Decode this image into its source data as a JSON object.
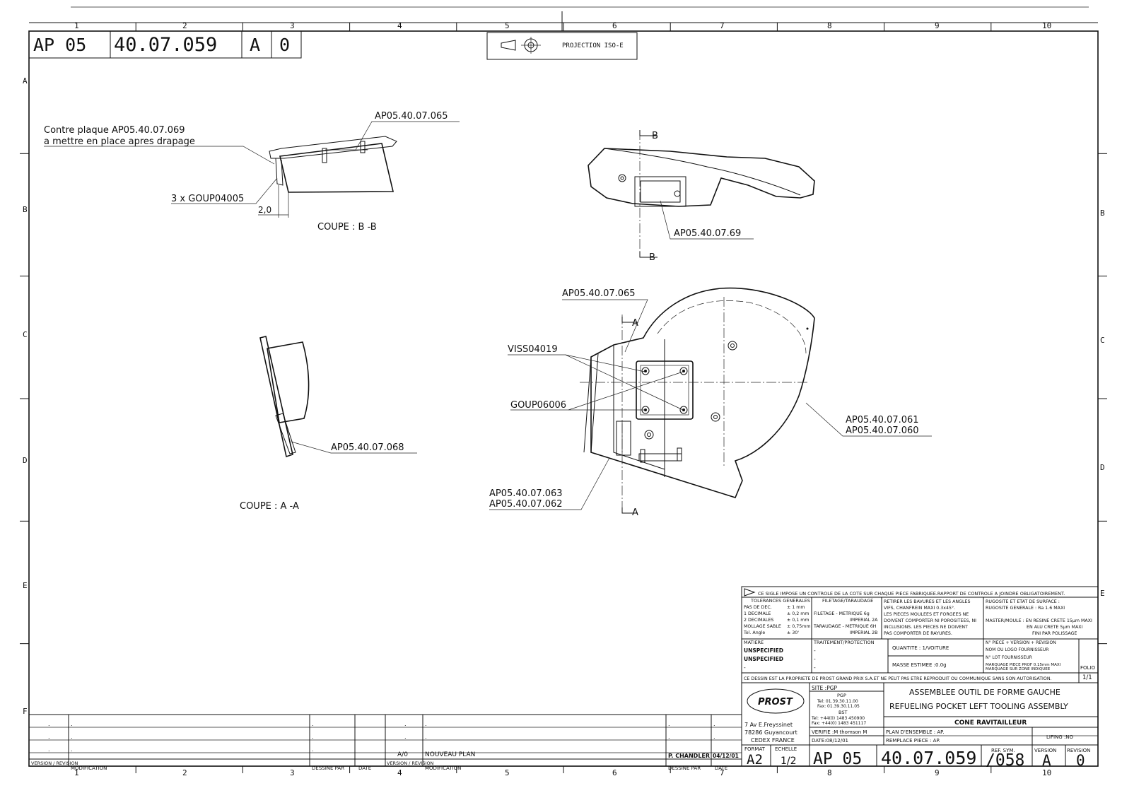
{
  "border": {
    "columns": [
      "1",
      "2",
      "3",
      "4",
      "5",
      "6",
      "7",
      "8",
      "9",
      "10"
    ],
    "rows": [
      "A",
      "B",
      "C",
      "D",
      "E",
      "F"
    ]
  },
  "header": {
    "prefix": "AP 05",
    "number": "40.07.059",
    "version": "A",
    "revision": "0",
    "projection": "PROJECTION ISO-E"
  },
  "section_bb": {
    "contre_plaque_1": "Contre plaque AP05.40.07.069",
    "contre_plaque_2": "a mettre en place apres drapage",
    "part_065": "AP05.40.07.065",
    "screws": "3 x GOUP04005",
    "dim": "2,0",
    "caption": "COUPE : B -B"
  },
  "top_view": {
    "marker": "B",
    "part_69": "AP05.40.07.69"
  },
  "section_aa": {
    "part_068": "AP05.40.07.068",
    "caption": "COUPE : A -A"
  },
  "main_view": {
    "marker": "A",
    "part_065": "AP05.40.07.065",
    "viss": "VISS04019",
    "goup": "GOUP06006",
    "part_061": "AP05.40.07.061",
    "part_060": "AP05.40.07.060",
    "part_063": "AP05.40.07.063",
    "part_062": "AP05.40.07.062"
  },
  "notes": {
    "control": "CE SIGLE IMPOSE UN CONTROLE DE LA COTE SUR CHAQUE PIECE FABRIQUEE.RAPPORT DE CONTROLE A JOINDRE OBLIGATOIREMENT.",
    "tol_title": "TOLERANCES GENERALES",
    "tol_rows": [
      [
        "PAS DE DEC.",
        "± 1  mm"
      ],
      [
        "1 DECIMALE",
        "± 0,2 mm"
      ],
      [
        "2 DECIMALES",
        "± 0,1 mm"
      ],
      [
        "MOLLAGE SABLE",
        "± 0,75mm"
      ],
      [
        "Tol. Angle",
        "± 30'"
      ]
    ],
    "thread_title": "FILETAGE/TARAUDAGE",
    "thread_rows": [
      "FILETAGE  - METRIQUE 6g",
      "IMPERIAL 2A",
      "TARAUDAGE - METRIQUE 6H",
      "IMPERIAL 2B"
    ],
    "burr_rows": [
      "RETIRER LES BAVURES ET LES ANGLES",
      "VIFS, CHANFREIN MAXI 0.3x45°.",
      "LES PIECES MOULEES ET FORGEES NE",
      "DOIVENT COMPORTER NI POROSITEES, NI",
      "INCLUSIONS. LES PIECES NE DOIVENT",
      "PAS COMPORTER DE RAYURES."
    ],
    "rough_rows": [
      "RUGOSITE ET ETAT DE SURFACE :",
      "RUGOSITE GENERALE : Ra 1.6 MAXI",
      "MASTER/MOULE : EN RESINE CRETE 15µm MAXI",
      "EN ALU CRETE 5µm MAXI",
      "FINI PAR POLISSAGE"
    ],
    "matiere_title": "MATIERE",
    "matiere_rows": [
      "UNSPECIFIED",
      "UNSPECIFIED",
      "-"
    ],
    "traitement_title": "TRAITEMENT/PROTECTION",
    "traitement_rows": [
      "-",
      "-",
      "-"
    ],
    "quantite": "QUANTITE :  1/VOITURE",
    "masse": "MASSE ESTIMEE :0.0g",
    "piece_rows": [
      "N° PIECE + VERSION + REVISION",
      "NOM OU LOGO FOURNISSEUR",
      "N° LOT FOURNISSEUR",
      "MARQUAGE PIECE PROF 0.15mm MAXI",
      "MARQUAGE SUR ZONE INDIQUEE"
    ],
    "folio_label": "FOLIO",
    "folio": "1/1",
    "property": "CE DESSIN EST LA PROPRIETE DE PROST GRAND PRIX S.A.ET NE PEUT PAS ETRE REPRODUIT OU COMMUNIQUE SANS SON AUTORISATION."
  },
  "company": {
    "logo": "PROST",
    "address": [
      "7 Av E.Freyssinet",
      "78286 Guyancourt",
      "CEDEX FRANCE"
    ],
    "site": "SITE :PGP",
    "pgp": "PGP",
    "pgp_tel": "Tel: 01.39.30.11.00",
    "pgp_fax": "Fax: 01.39.30.11.05",
    "bst": "BST",
    "bst_tel": "Tel: +44(0) 1483 450900",
    "bst_fax": "Fax: +44(0) 1483 451117",
    "verifie": "VERIFIE :M thomson M",
    "date": "DATE:08/12/01"
  },
  "title_block": {
    "title_fr": "ASSEMBLEE OUTIL DE FORME GAUCHE",
    "title_en": "REFUELING POCKET LEFT TOOLING ASSEMBLY",
    "subtitle": "CONE RAVITAILLEUR",
    "plan_ensemble": "PLAN D'ENSEMBLE : AP.",
    "remplace": "REMPLACE PIECE  : AP.",
    "lifing": "LIFING :NO",
    "format_label": "FORMAT",
    "format": "A2",
    "echelle_label": "ECHELLE",
    "echelle": "1/2",
    "ref_label": "REF. SYM.",
    "ref": "/058",
    "version_label": "VERSION",
    "revision_label": "REVISION"
  },
  "revisions": {
    "header_version": "VERSION / REVISION",
    "header_mod": "MODIFICATION",
    "header_dessine": "DESSINE PAR",
    "header_date": "DATE",
    "dot": ".",
    "entry_rev": "A/0",
    "entry_mod": "NOUVEAU PLAN",
    "entry_by": "P. CHANDLER",
    "entry_date": "04/12/01"
  }
}
